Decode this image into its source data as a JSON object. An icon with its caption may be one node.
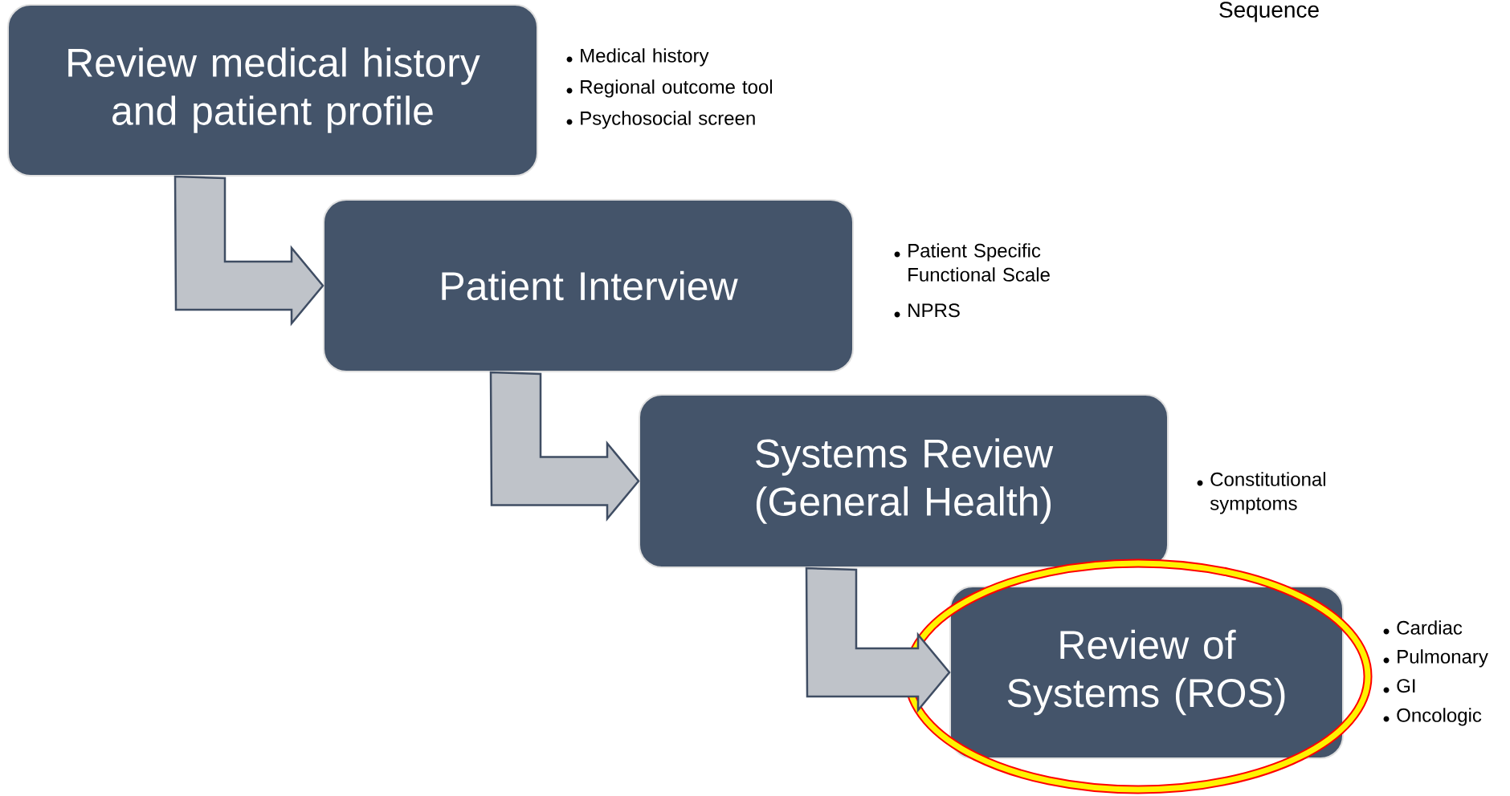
{
  "diagram": {
    "nodes": [
      {
        "text": [
          "Review medical history and patient profile"
        ],
        "beside": [
          "Medical history",
          "Regional outcome tool",
          "Psychosocial screen"
        ]
      },
      {
        "text": [
          "Patient Interview"
        ],
        "beside": [
          "Patient Specific Functional Scale",
          "NPRS"
        ]
      },
      {
        "text": [
          "Systems Review (General Health)"
        ],
        "beside": [
          "Constitutional symptoms"
        ]
      },
      {
        "text": [
          "Review of Systems (ROS)"
        ],
        "beside": [
          "Cardiac",
          "Pulmonary",
          "GI",
          "Oncologic"
        ]
      }
    ],
    "edges": [
      {
        "from": 0,
        "to": 1,
        "arrow": "to"
      },
      {
        "from": 1,
        "to": 2,
        "arrow": "to"
      },
      {
        "from": 2,
        "to": 3,
        "arrow": "to"
      }
    ],
    "labels": [
      "Sequence"
    ]
  }
}
